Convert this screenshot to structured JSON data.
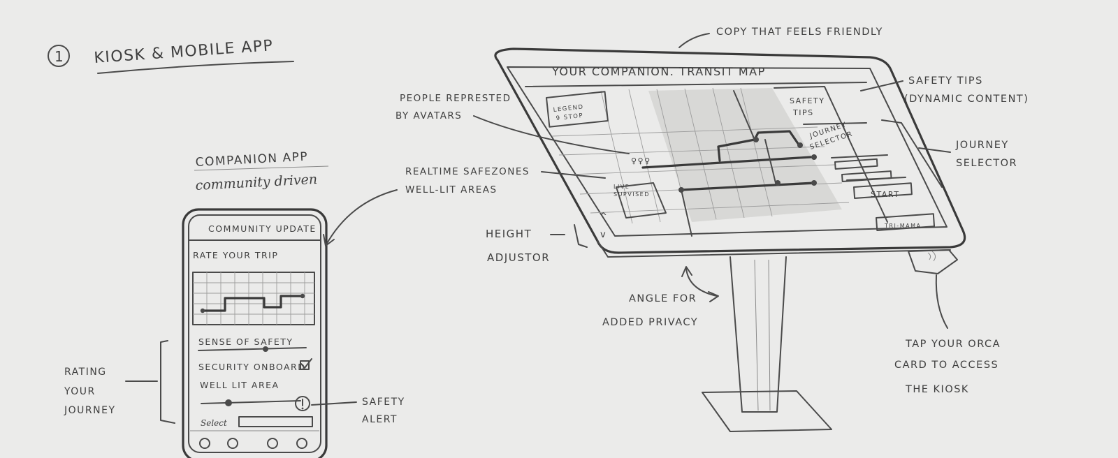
{
  "heading": {
    "number": "1",
    "title": "KIOSK & MOBILE APP"
  },
  "app": {
    "title_line1": "COMPANION APP",
    "title_line2": "community driven",
    "header": "COMMUNITY UPDATE",
    "rate_trip": "RATE YOUR TRIP",
    "sense_of_safety": "SENSE OF SAFETY",
    "security_onboard": "SECURITY ONBOARD",
    "well_lit_area": "WELL LIT AREA",
    "select": "Select",
    "checkbox_checked": true
  },
  "annotations": {
    "rating_journey_1": "RATING",
    "rating_journey_2": "YOUR",
    "rating_journey_3": "JOURNEY",
    "safety_alert_1": "SAFETY",
    "safety_alert_2": "ALERT",
    "copy_friendly": "COPY THAT FEELS FRIENDLY",
    "safety_tips_1": "SAFETY TIPS",
    "safety_tips_2": "(DYNAMIC CONTENT)",
    "journey_selector_1": "JOURNEY",
    "journey_selector_2": "SELECTOR",
    "people_avatars_1": "PEOPLE REPRESTED",
    "people_avatars_2": "BY AVATARS",
    "realtime_1": "REALTIME SAFEZONES",
    "realtime_2": "WELL-LIT AREAS",
    "height_1": "HEIGHT",
    "height_2": "ADJUSTOR",
    "angle_1": "ANGLE FOR",
    "angle_2": "ADDED PRIVACY",
    "tap_1": "TAP YOUR ORCA",
    "tap_2": "CARD TO ACCESS",
    "tap_3": "THE KIOSK"
  },
  "kiosk": {
    "title": "YOUR COMPANION. TRANSIT MAP",
    "legend_1": "LEGEND",
    "legend_2": "9 STOP",
    "safety_tips_1": "SAFETY",
    "safety_tips_2": "TIPS",
    "journey_1": "JOURNEY",
    "journey_2": "SELECTOR",
    "start": "START",
    "live_1": "LIVE",
    "live_2": "SUPVISED",
    "bottom_button": "TRI-MAMA"
  }
}
